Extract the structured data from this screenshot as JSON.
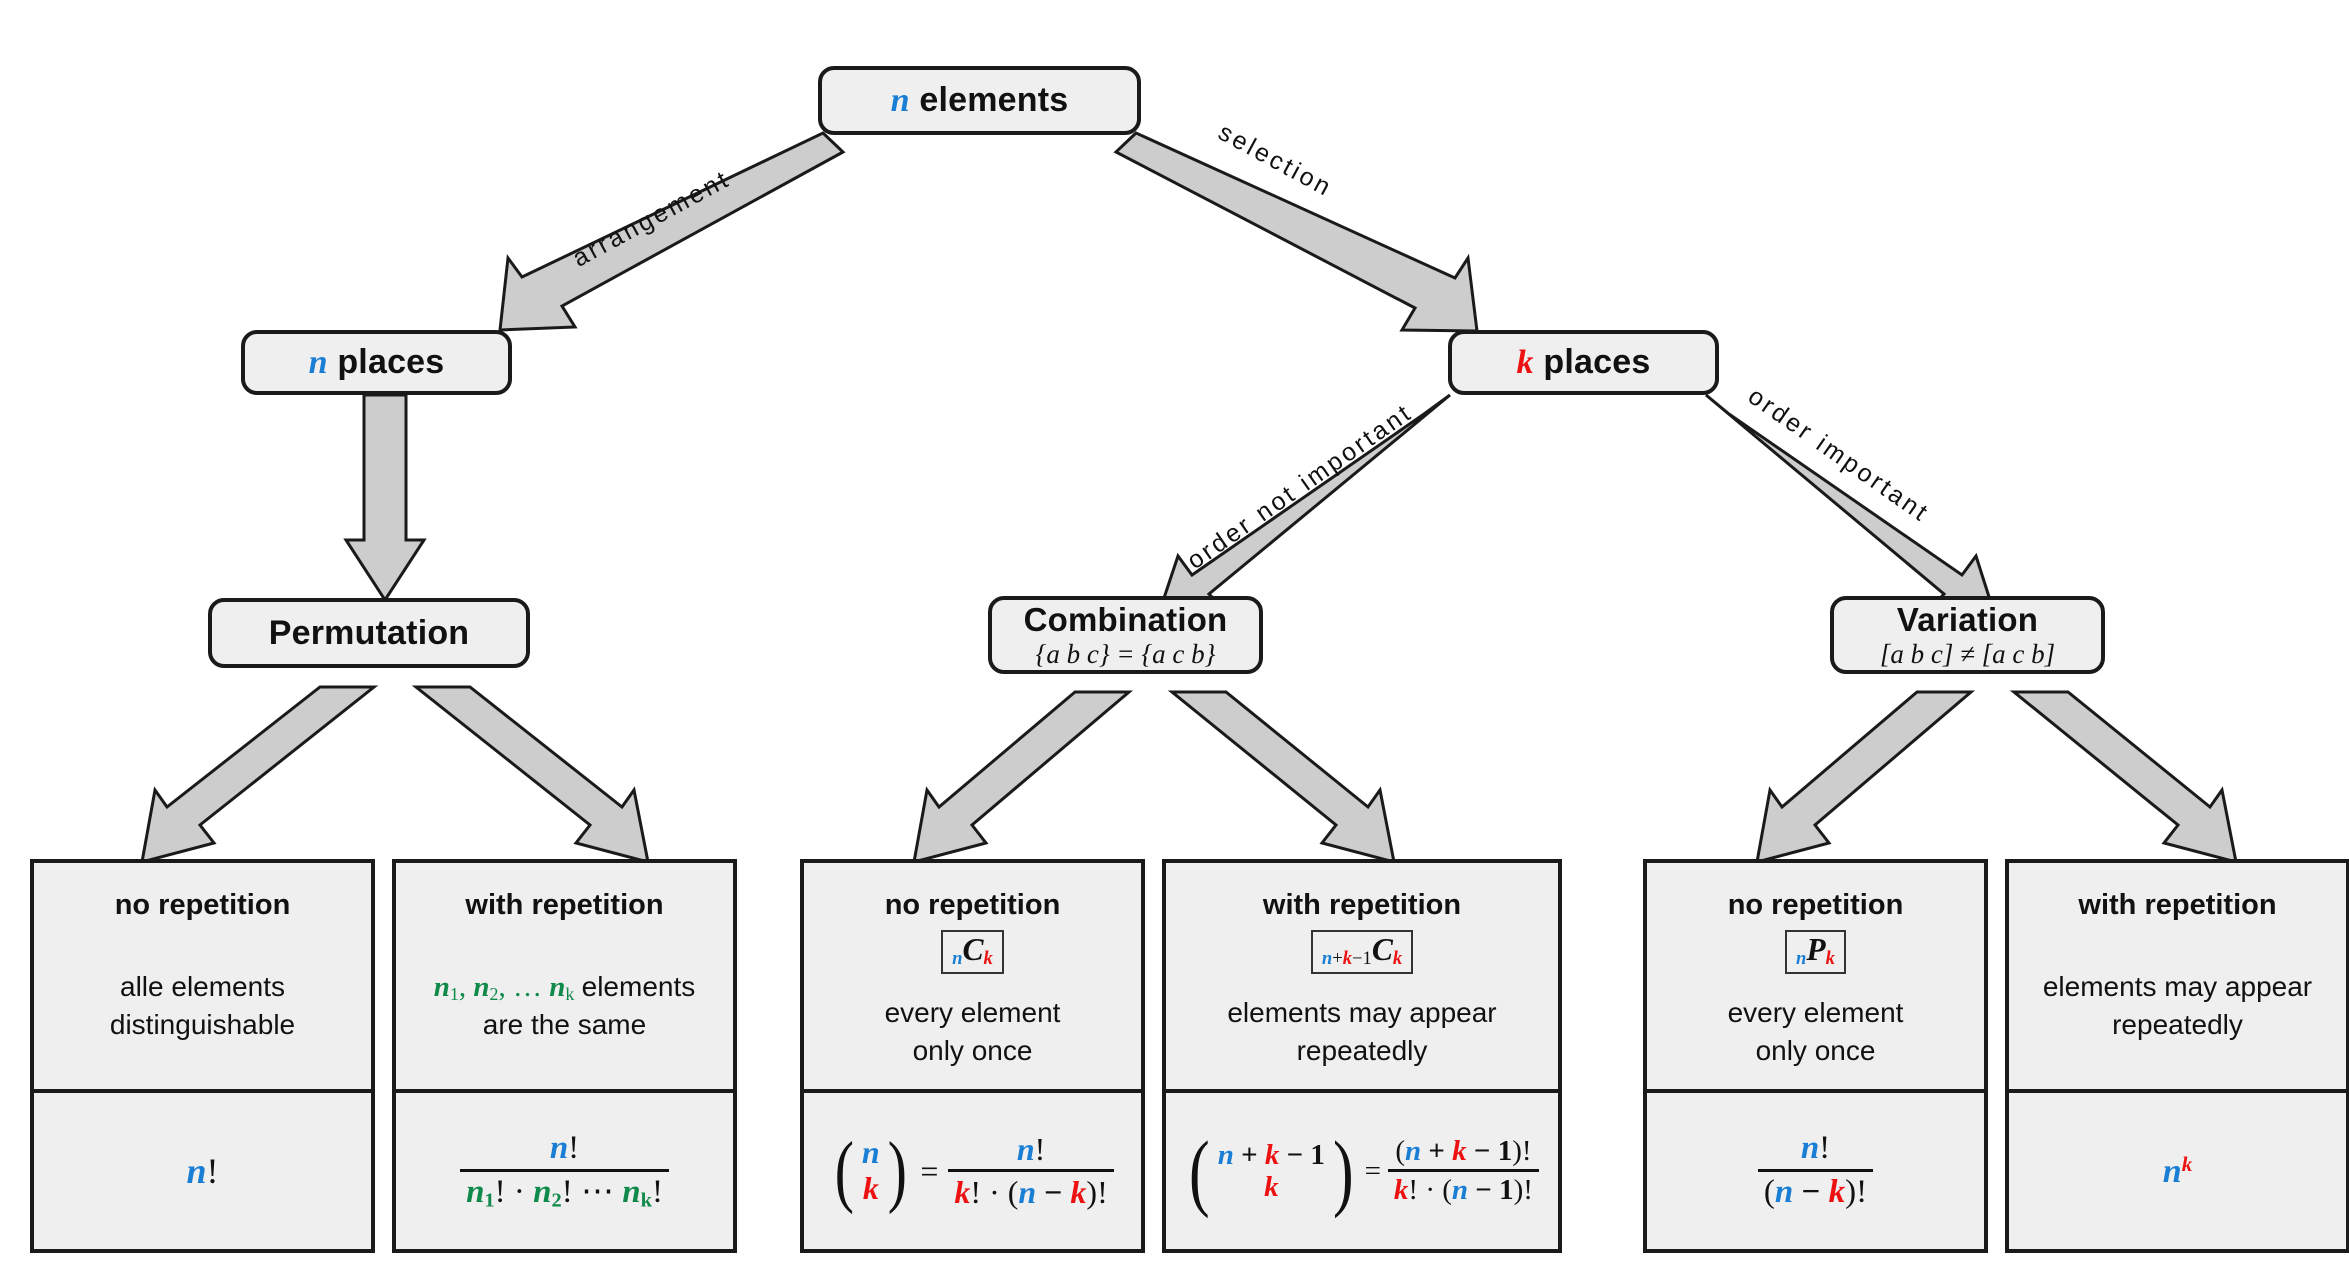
{
  "diagram": {
    "title": "Combinatorics decision tree",
    "colors": {
      "n": "#1a7fd4",
      "k": "#ee1111",
      "ni": "#0f8a4a",
      "node_fill": "#efefef",
      "stroke": "#1a1a1a",
      "arrow_fill": "#cccccc"
    }
  },
  "nodes": {
    "root": {
      "var": "n",
      "label": "elements"
    },
    "n_places": {
      "var": "n",
      "label": "places"
    },
    "k_places": {
      "var": "k",
      "label": "places"
    },
    "permutation": {
      "title": "Permutation",
      "sub": ""
    },
    "combination": {
      "title": "Combination",
      "sub": "{a b c} = {a c b}"
    },
    "variation": {
      "title": "Variation",
      "sub": "[a b c] ≠ [a c b]"
    }
  },
  "edges": {
    "arrangement": "a r r a n g e m e n t",
    "selection": "s e l e c t i o n",
    "order_not_important": "o r d e r  n o t  i m p o r t a n t",
    "order_important": "o r d e r  i m p o r t a n t"
  },
  "edge_labels_plain": {
    "arrangement": "arrangement",
    "selection": "selection",
    "order_not_important": "order not important",
    "order_important": "order important"
  },
  "leaves": [
    {
      "id": "perm-no-rep",
      "head": "no repetition",
      "notation": "",
      "desc_line1": "alle elements",
      "desc_line2": "distinguishable",
      "formula": "n!"
    },
    {
      "id": "perm-with-rep",
      "head": "with repetition",
      "notation": "",
      "desc_line1": "n₁, n₂, … nₖ elements",
      "desc_line2": "are the same",
      "formula": "n! / (n₁! · n₂! ⋯ nₖ!)"
    },
    {
      "id": "comb-no-rep",
      "head": "no repetition",
      "notation": "nCk",
      "desc_line1": "every element",
      "desc_line2": "only once",
      "formula": "(n choose k) = n! / (k! · (n − k)!)"
    },
    {
      "id": "comb-with-rep",
      "head": "with repetition",
      "notation": "n+k−1Ck",
      "desc_line1": "elements may appear",
      "desc_line2": "repeatedly",
      "formula": "(n+k−1 choose k) = (n + k − 1)! / (k! · (n − 1)!)"
    },
    {
      "id": "var-no-rep",
      "head": "no repetition",
      "notation": "nPk",
      "desc_line1": "every element",
      "desc_line2": "only once",
      "formula": "n! / (n − k)!"
    },
    {
      "id": "var-with-rep",
      "head": "with repetition",
      "notation": "",
      "desc_line1": "elements may appear",
      "desc_line2": "repeatedly",
      "formula": "n^k"
    }
  ],
  "symbols": {
    "n": "n",
    "k": "k",
    "C": "C",
    "P": "P",
    "bang": "!",
    "dot": "·",
    "plus": "+",
    "minus": "−",
    "one": "1",
    "equals": "=",
    "cdots": "⋯",
    "comma": ",",
    "ellipsis": "…",
    "sub1": "1",
    "sub2": "2",
    "open_paren": "(",
    "close_paren": ")"
  }
}
